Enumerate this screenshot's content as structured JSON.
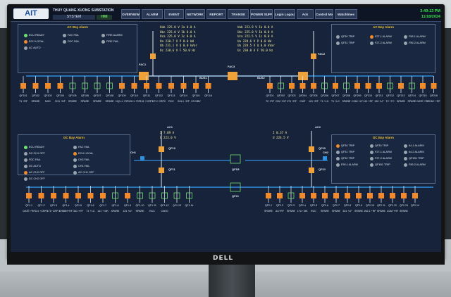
{
  "header": {
    "logo": "AIT",
    "station": "THUY QUANG XUONG SUBSTATION",
    "system_label": "SYSTEM",
    "system_value": "HMI",
    "nav": [
      "OVERVIEW",
      "ALARM",
      "EVENT",
      "NETWORK",
      "REPORT",
      "TRANSB",
      "POWER SUPPLY",
      "Login Logout",
      "Ack",
      "Control Mode",
      "Watchlmes"
    ],
    "time": "3:49:13 PM",
    "date": "11/18/2024"
  },
  "ac_alarm": {
    "title": "AC Bay Alarm",
    "items": [
      {
        "label": "ECU READY",
        "color": "#6fe06f"
      },
      {
        "label": "FAC FAIL",
        "color": "#9aa3ad"
      },
      {
        "label": "FIRE ALARM",
        "color": "#9aa3ad"
      },
      {
        "label": "ECU LOCAL",
        "color": "#f08a2a"
      },
      {
        "label": "FDC FAIL",
        "color": "#9aa3ad"
      },
      {
        "label": "FIRE FAIL",
        "color": "#9aa3ad"
      },
      {
        "label": "AC AUTO",
        "color": "#9aa3ad"
      }
    ]
  },
  "ac_bay_right": {
    "title": "AC Bay Alarm",
    "items": [
      {
        "label": "QF30 TRIP",
        "color": "#9aa3ad"
      },
      {
        "label": "F27-1 ALARM",
        "color": "#f08a2a"
      },
      {
        "label": "F59-1 ALARM",
        "color": "#9aa3ad"
      },
      {
        "label": "QF31 TRIP",
        "color": "#9aa3ad"
      },
      {
        "label": "F27-2 ALARM",
        "color": "#9aa3ad"
      },
      {
        "label": "F59-2 ALARM",
        "color": "#9aa3ad"
      }
    ]
  },
  "dc_alarm": {
    "title": "DC Bay Alarm",
    "items": [
      {
        "label": "ECU READY",
        "color": "#6fe06f"
      },
      {
        "label": "FAC FAIL",
        "color": "#9aa3ad"
      },
      {
        "label": "DC CH1 OFF",
        "color": "#9aa3ad"
      },
      {
        "label": "ECU LOCAL",
        "color": "#f08a2a"
      },
      {
        "label": "FDC FAIL",
        "color": "#9aa3ad"
      },
      {
        "label": "CH2 FAIL",
        "color": "#9aa3ad"
      },
      {
        "label": "DC AUTO",
        "color": "#9aa3ad"
      },
      {
        "label": "CH1 FAIL",
        "color": "#9aa3ad"
      },
      {
        "label": "AC CH2 OFF",
        "color": "#f08a2a"
      },
      {
        "label": "AC CH1 OFF",
        "color": "#9aa3ad"
      },
      {
        "label": "DC CH2 OFF",
        "color": "#9aa3ad"
      }
    ]
  },
  "dc_bay_right": {
    "title": "DC Bay Alarm",
    "items": [
      {
        "label": "QF30 TRIP",
        "color": "#f08a2a"
      },
      {
        "label": "QF30 TRIP",
        "color": "#9aa3ad"
      },
      {
        "label": "64-1 ALARM",
        "color": "#9aa3ad"
      },
      {
        "label": "QF31 TRIP",
        "color": "#9aa3ad"
      },
      {
        "label": "F27-1 ALARM",
        "color": "#9aa3ad"
      },
      {
        "label": "64-2 ALARM",
        "color": "#9aa3ad"
      },
      {
        "label": "QF32 TRIP",
        "color": "#9aa3ad"
      },
      {
        "label": "F27-2 ALARM",
        "color": "#9aa3ad"
      },
      {
        "label": "QF1B1 TRIP",
        "color": "#9aa3ad"
      },
      {
        "label": "F59-1 ALARM",
        "color": "#9aa3ad"
      },
      {
        "label": "QF1B1 TRIP",
        "color": "#9aa3ad"
      },
      {
        "label": "F59-2 ALARM",
        "color": "#9aa3ad"
      }
    ]
  },
  "ac_meas_left": [
    "Uab  225.0  V   Ia  0.0  A",
    "Ubc  225.0  V   Ib  0.0  A",
    "Uca  225.0  V   Ic  0.0  A",
    "Ua   230.7  V   P   0.0  kW",
    "Ub   231.1  V   Q   0.0  kVar",
    "Uc   230.6  V   F   50.0 Hz"
  ],
  "ac_meas_right": [
    "Uab  223.9  V   Ia  0.0  A",
    "Ubc  225.0  V   Ib  0.0  A",
    "Uca  222.5  V   Ic  0.0  A",
    "Ua   228.6  V   P   0.0  kW",
    "Ub   228.5  V   Q   0.0  kVar",
    "Uc   230.0  V   F   50.0 Hz"
  ],
  "ac_bus": {
    "fac1": "FAC1",
    "fac2": "FAC2",
    "fac3": "FAC3",
    "bus1": "BUS1",
    "bus2": "BUS2",
    "qf30": "QF30",
    "qf31": "QF31"
  },
  "ac_feeders_left": {
    "codes": [
      "QF101",
      "QF102",
      "QF103",
      "QF104",
      "QF105",
      "QF106",
      "QF107",
      "QF108",
      "QF109",
      "QF110",
      "QF111",
      "QF112",
      "QF113",
      "QF114",
      "QF115",
      "QF116"
    ],
    "names": [
      "T1 +RF",
      "SPARE",
      "NOC",
      "CH1 +DF",
      "SPARE",
      "SPARE",
      "SPARE",
      "SPARE",
      "12(1-1 +RF",
      "122-1 +RF",
      "131 +CRP1",
      "1T1+ CRP2",
      "RCC",
      "SCL1 +RF",
      "CS NBV",
      ""
    ],
    "colors": [
      "#f08a2a",
      "#f08a2a",
      "#f08a2a",
      "#f08a2a",
      "#6fe06f",
      "#6fe06f",
      "#6fe06f",
      "#6fe06f",
      "#f08a2a",
      "#f08a2a",
      "#f08a2a",
      "#f08a2a",
      "#f08a2a",
      "#f08a2a",
      "#f08a2a",
      "#f08a2a"
    ]
  },
  "ac_feeders_right": {
    "codes": [
      "QF201",
      "QF202",
      "QF203",
      "QF204",
      "QF205",
      "QF206",
      "QF207",
      "QF208",
      "QF209",
      "QF210",
      "QF211",
      "QF212",
      "QF213",
      "QF214",
      "QF215",
      "QF216"
    ],
    "names": [
      "T2 +RF",
      "CH2 +DF",
      "1T1 +RF",
      "CNIT",
      "121 +RF",
      "T1 +LC",
      "T1 +LC",
      "SPARE",
      "COM +LF",
      "121 +RF",
      "132 +LF",
      "T2 +TC",
      "SPARE",
      "SPARE",
      "GATE +RF",
      "COM+ +RF"
    ],
    "colors": [
      "#f08a2a",
      "#6fe06f",
      "#f08a2a",
      "#f08a2a",
      "#f08a2a",
      "#6fe06f",
      "#f08a2a",
      "#6fe06f",
      "#f08a2a",
      "#f08a2a",
      "#f08a2a",
      "#6fe06f",
      "#f08a2a",
      "#6fe06f",
      "#f08a2a",
      "#f08a2a"
    ]
  },
  "dc_meas_left": [
    "I   7.09  A",
    "U   223.0  V"
  ],
  "dc_meas_right": [
    "I   0.37  A",
    "U   224.5  V"
  ],
  "dc_bus": {
    "ac1": "AC1",
    "ac2": "AC2",
    "ch1": "CH1",
    "ch2": "CH2",
    "qf10": "QF10",
    "qf11": "QF11",
    "qf20": "QF20",
    "qf21": "QF21",
    "qf22": "QF22",
    "qf1b": "QF1B"
  },
  "dc_feeders_left": {
    "codes": [
      "QF1.1",
      "QF1.2",
      "QF1.3",
      "QF1.4",
      "QF1.5",
      "QF1.6",
      "QF1.7",
      "QF1.8",
      "QF1.9",
      "QF1.10",
      "QF1.11",
      "QF1.12",
      "QF1.13",
      "QF1.14"
    ],
    "names": [
      "GATE +RF",
      "131 +CRP1",
      "1T1+CRP 2",
      "CH8BH+RF",
      "331 +RF",
      "T1 +LC",
      "131 + MK",
      "SPARE",
      "131 +LF",
      "SPARE",
      "RCC",
      "CSEO",
      "",
      ""
    ],
    "colors": [
      "#f08a2a",
      "#f08a2a",
      "#f08a2a",
      "#f08a2a",
      "#f08a2a",
      "#f08a2a",
      "#f08a2a",
      "#6fe06f",
      "#f08a2a",
      "#6fe06f",
      "#6fe06f",
      "#6fe06f",
      "#6fe06f",
      "#6fe06f"
    ]
  },
  "dc_feeders_right": {
    "codes": [
      "QF2.1",
      "QF2.2",
      "QF2.3",
      "QF2.4",
      "QF2.5",
      "QF2.6",
      "QF2.7",
      "QF2.8",
      "QF2.9",
      "QF2.10",
      "QF2.11",
      "QF2.12",
      "QF2.13",
      "QF2.14"
    ],
    "names": [
      "SPARE",
      "AC+RF",
      "SPARE",
      "1T1+ MK",
      "RCC",
      "SPARE",
      "SPARE",
      "331 +LF",
      "SPARE",
      "262-1 +RF",
      "SPARE",
      "COM +RF",
      "SPARE",
      ""
    ],
    "colors": [
      "#f08a2a",
      "#f08a2a",
      "#6fe06f",
      "#f08a2a",
      "#f08a2a",
      "#f08a2a",
      "#f08a2a",
      "#f08a2a",
      "#f08a2a",
      "#f08a2a",
      "#f08a2a",
      "#f08a2a",
      "#f08a2a",
      "#f08a2a"
    ]
  },
  "monitor": {
    "brand": "DELL"
  }
}
